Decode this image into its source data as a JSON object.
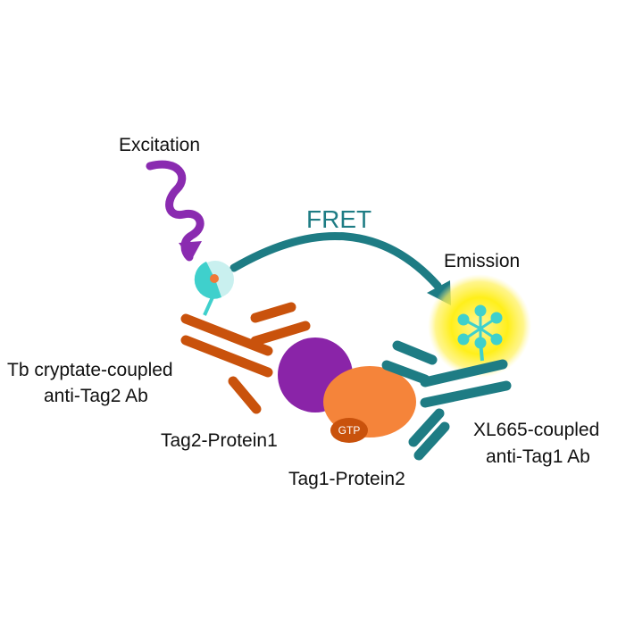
{
  "labels": {
    "excitation": "Excitation",
    "fret": "FRET",
    "emission": "Emission",
    "donor_ab_line1": "Tb cryptate-coupled",
    "donor_ab_line2": "anti-Tag2 Ab",
    "protein1": "Tag2-Protein1",
    "protein2": "Tag1-Protein2",
    "acceptor_ab_line1": "XL665-coupled",
    "acceptor_ab_line2": "anti-Tag1 Ab",
    "gtp": "GTP"
  },
  "colors": {
    "excitation_wave": "#8a2bb0",
    "fret_arrow": "#1e7c84",
    "donor_antibody": "#c9520c",
    "acceptor_antibody": "#1e7c84",
    "protein1": "#8a24a8",
    "protein2": "#f5843a",
    "gtp_badge": "#c9520c",
    "emission_glow": "#ffef1a",
    "fluorophore": "#3fd0cc"
  }
}
